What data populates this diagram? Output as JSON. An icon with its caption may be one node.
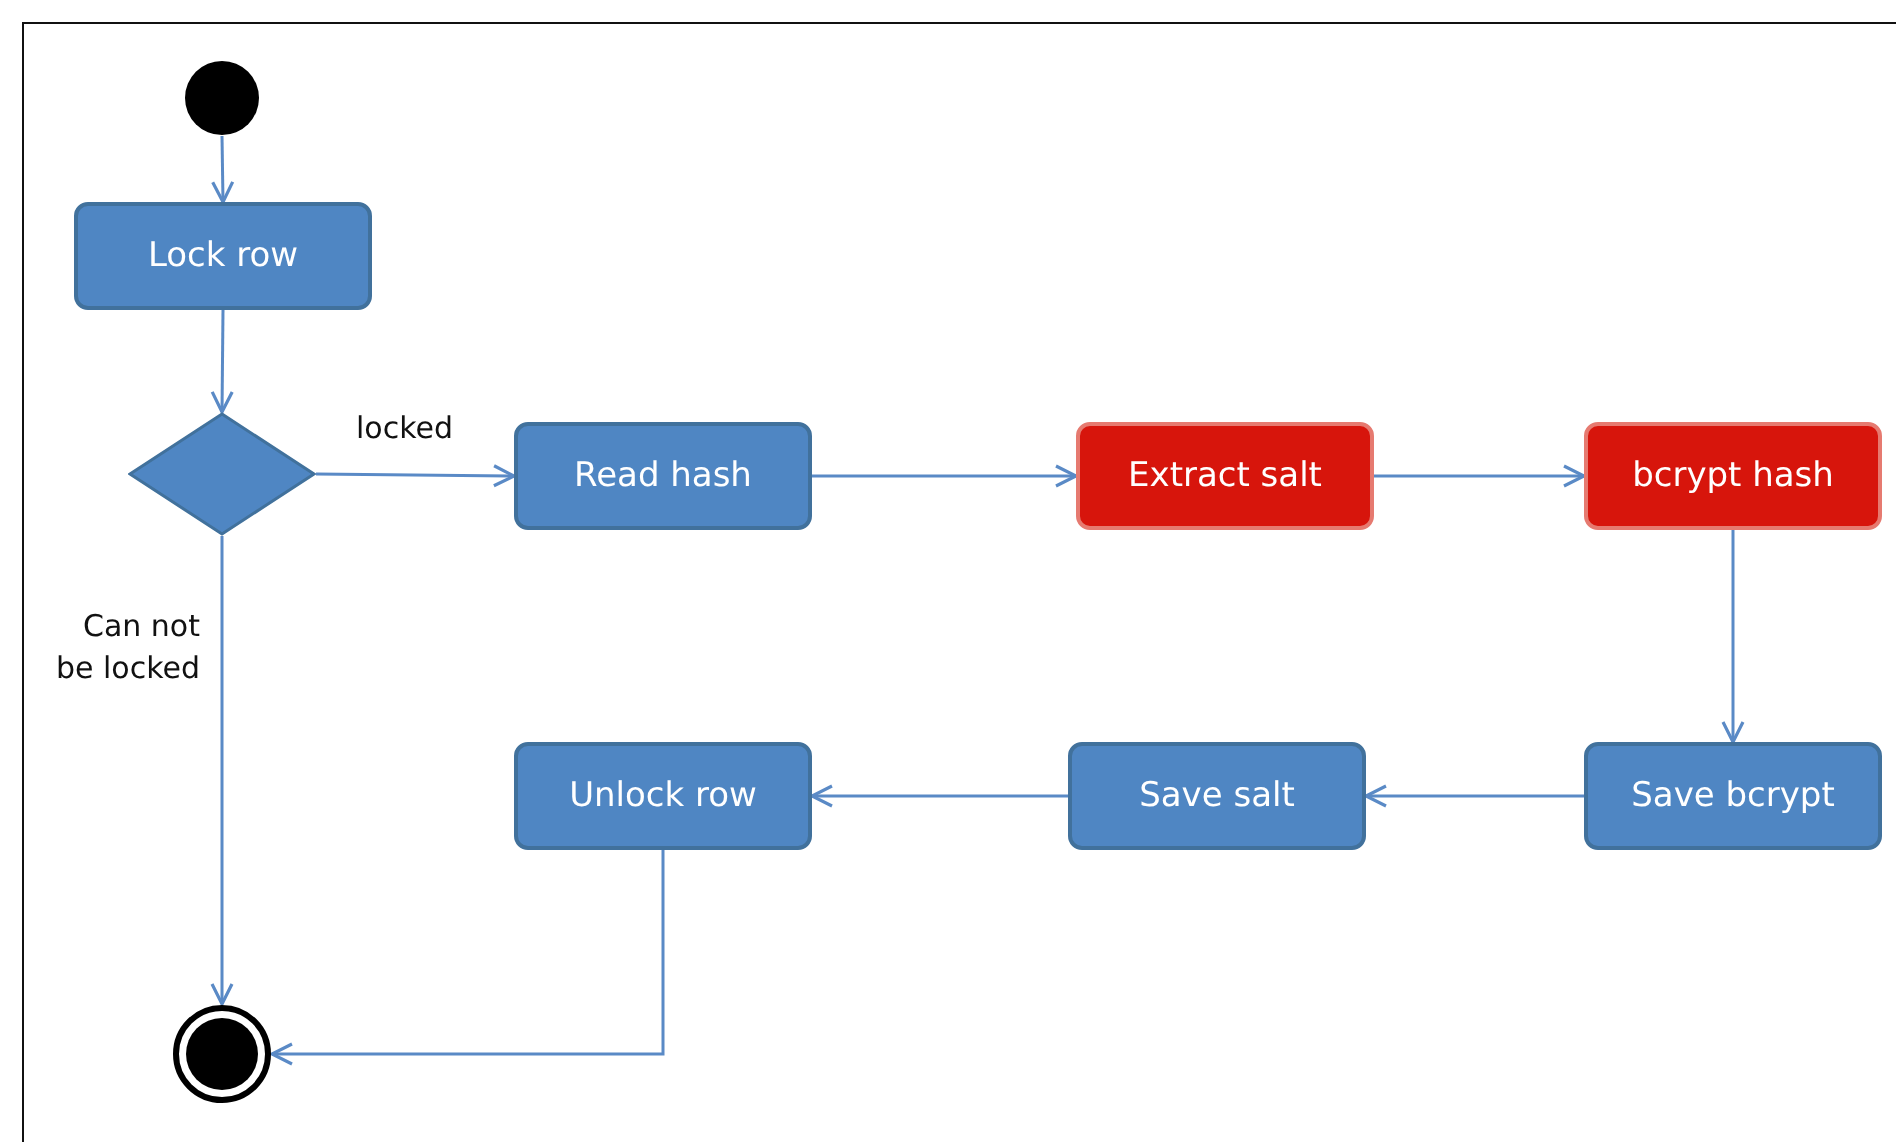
{
  "diagram": {
    "nodes": [
      {
        "text": [],
        "shape": "circle"
      },
      {
        "text": [
          "Lock row"
        ]
      },
      {
        "text": [],
        "shape": "diamond"
      },
      {
        "text": [
          "Read hash"
        ]
      },
      {
        "text": [
          "Extract salt"
        ]
      },
      {
        "text": [
          "bcrypt hash"
        ]
      },
      {
        "text": [
          "Save bcrypt"
        ]
      },
      {
        "text": [
          "Save salt"
        ]
      },
      {
        "text": [
          "Unlock row"
        ]
      },
      {
        "text": [],
        "shape": "bullseye"
      }
    ],
    "edges": [
      {
        "from": 0,
        "to": 1,
        "arrow": "to"
      },
      {
        "from": 1,
        "to": 2,
        "arrow": "to"
      },
      {
        "from": 2,
        "to": 3,
        "arrow": "to",
        "label": "locked"
      },
      {
        "from": 3,
        "to": 4,
        "arrow": "to"
      },
      {
        "from": 4,
        "to": 5,
        "arrow": "to"
      },
      {
        "from": 5,
        "to": 6,
        "arrow": "to"
      },
      {
        "from": 6,
        "to": 7,
        "arrow": "to"
      },
      {
        "from": 7,
        "to": 8,
        "arrow": "to"
      },
      {
        "from": 2,
        "to": 9,
        "arrow": "to",
        "label": "Can not be locked"
      },
      {
        "from": 8,
        "to": 9,
        "arrow": "to"
      }
    ]
  }
}
